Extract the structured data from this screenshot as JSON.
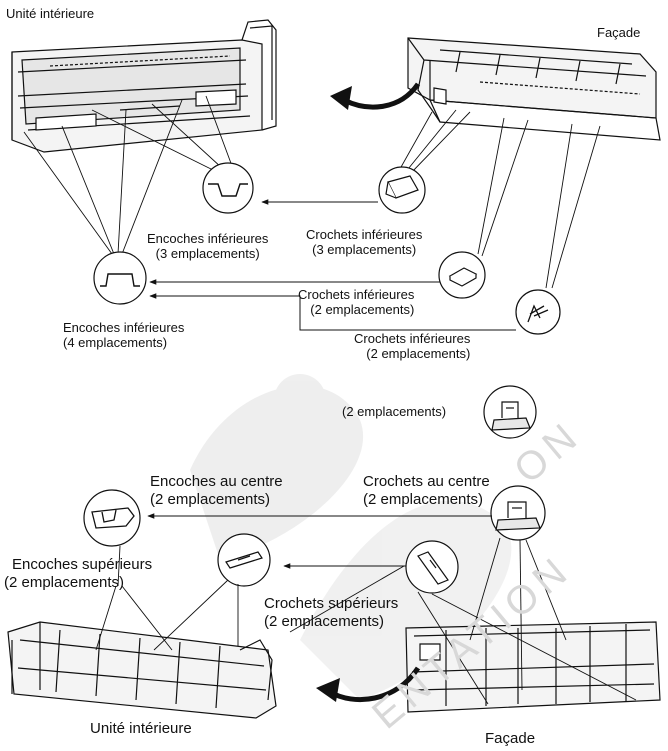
{
  "labels": {
    "top_unit": "Unité intérieure",
    "top_facade": "Façade",
    "notch_lower_3": "Encoches inférieures",
    "notch_lower_3_count": "(3 emplacements)",
    "hook_lower_3": "Crochets inférieures",
    "hook_lower_3_count": "(3 emplacements)",
    "hook_lower_2a": "Crochets inférieures",
    "hook_lower_2a_count": "(2 emplacements)",
    "notch_lower_4": "Encoches inférieures",
    "notch_lower_4_count": "(4 emplacements)",
    "hook_lower_2b": "Crochets inférieures",
    "hook_lower_2b_count": "(2 emplacements)",
    "extra_count": "(2 emplacements)",
    "notch_center": "Encoches au centre",
    "notch_center_count": "(2 emplacements)",
    "hook_center": "Crochets au centre",
    "hook_center_count": "(2 emplacements)",
    "notch_upper": "Encoches supérieurs",
    "notch_upper_count": "(2 emplacements)",
    "hook_upper": "Crochets supérieurs",
    "hook_upper_count": "(2 emplacements)",
    "bottom_unit": "Unité intérieure",
    "bottom_facade": "Façade"
  },
  "watermark": {
    "line1": "ON",
    "line2": "ENTATION"
  }
}
